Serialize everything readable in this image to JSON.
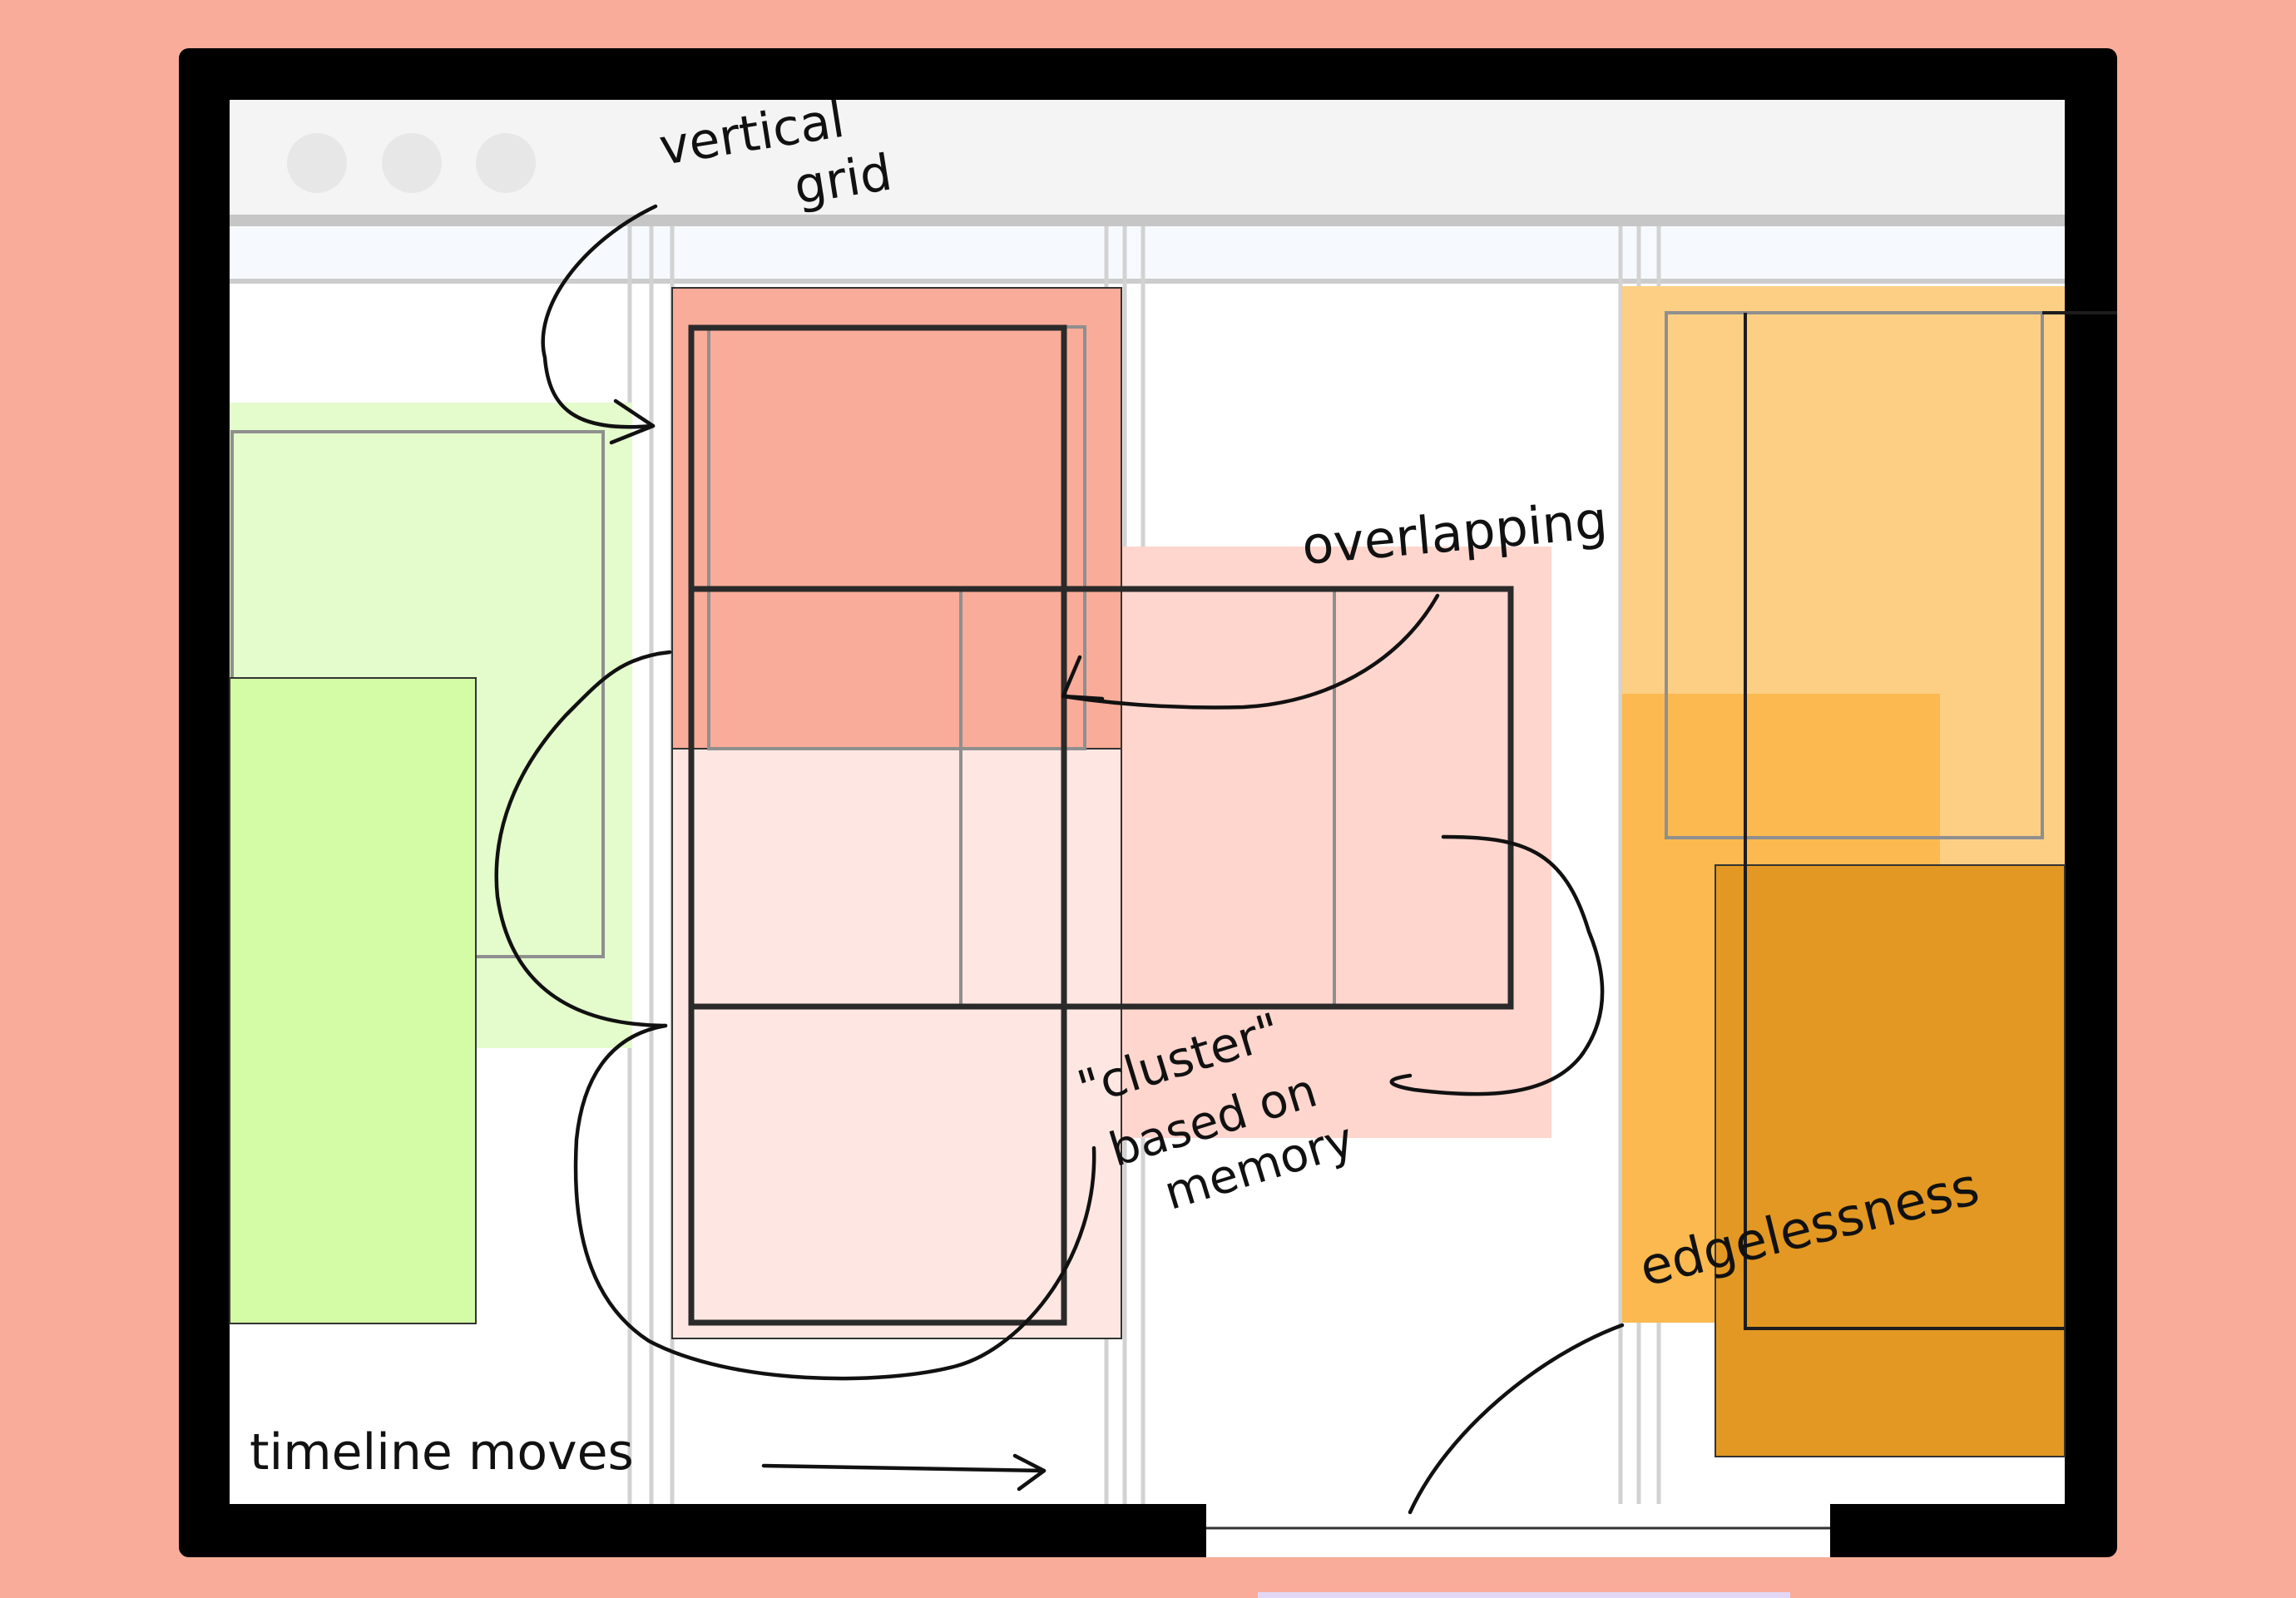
{
  "window": {
    "frame_color": "#000000",
    "titlebar_color": "#F4F4F4",
    "toolbar_color": "#F6FAFE",
    "canvas_color": "#FFFFFF",
    "window_controls": [
      "close-dot",
      "minimize-dot",
      "maximize-dot"
    ]
  },
  "annotations": {
    "vertical": "vertical",
    "grid": "grid",
    "overlapping": "overlapping",
    "cluster": "\"cluster\"",
    "based_on": "based on",
    "memory": "memory",
    "edgelessness": "edgelessness",
    "timeline_moves": "timeline moves"
  },
  "colors": {
    "background": "#F9AC99",
    "green_light": "#E4FCCC",
    "green_mid": "#D4FBA5",
    "salmon": "#F9AC99",
    "salmon_light": "#FED6CE",
    "salmon_pale": "#FEE7E2",
    "orange_light": "#FDCF85",
    "orange_mid": "#FBB94F",
    "orange_dark": "#E29822",
    "ink": "#111111",
    "grid_line": "#CCCCCC"
  }
}
